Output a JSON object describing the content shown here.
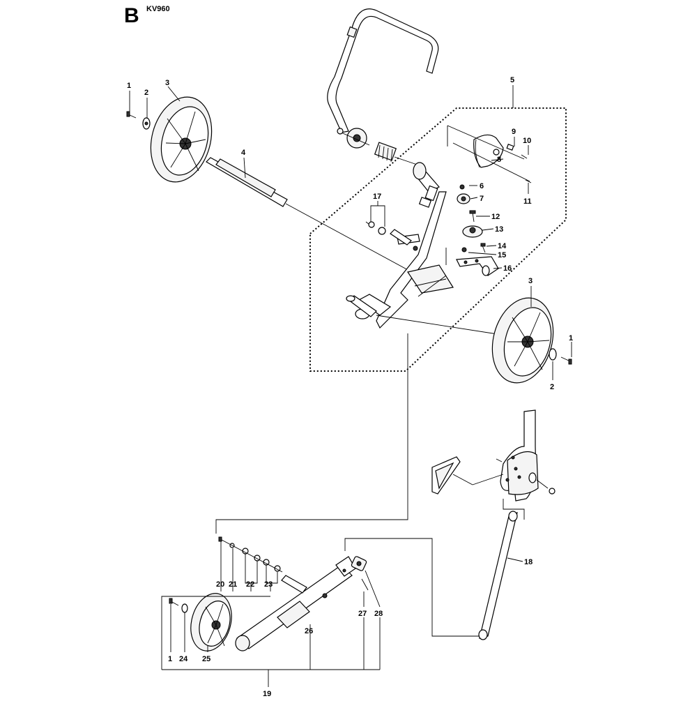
{
  "header": {
    "section_letter": "B",
    "model": "KV960"
  },
  "callouts": {
    "c1a": "1",
    "c2a": "2",
    "c3a": "3",
    "c4": "4",
    "c5": "5",
    "c6": "6",
    "c7": "7",
    "c8": "8",
    "c9": "9",
    "c10": "10",
    "c11": "11",
    "c12": "12",
    "c13": "13",
    "c14": "14",
    "c15": "15",
    "c16": "16",
    "c17": "17",
    "c3b": "3",
    "c1b": "1",
    "c2b": "2",
    "c18": "18",
    "c19": "19",
    "c20": "20",
    "c21": "21",
    "c22": "22",
    "c23": "23",
    "c1c": "1",
    "c24": "24",
    "c25": "25",
    "c26": "26",
    "c27": "27",
    "c28": "28"
  }
}
